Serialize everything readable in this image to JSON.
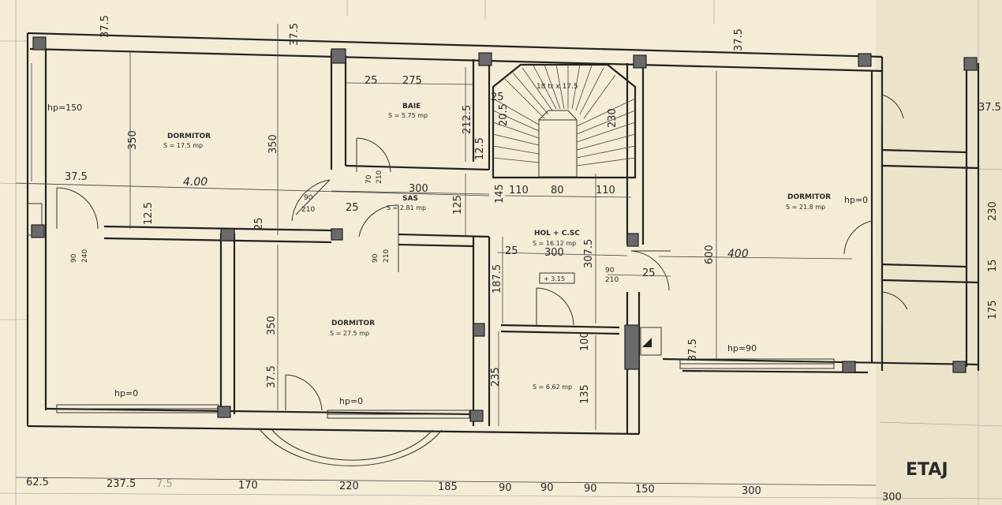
{
  "rooms": {
    "dormitor_nw": {
      "name": "DORMITOR",
      "area": "S = 17.5 mp"
    },
    "baie": {
      "name": "BAIE",
      "area": "S = 5.75 mp"
    },
    "sas": {
      "name": "SAS",
      "area": "S = 2.81 mp"
    },
    "dormitor_center": {
      "name": "DORMITOR",
      "area": "S = 27.5 mp"
    },
    "hol": {
      "name": "HOL + C.SC",
      "area": "S = 16.12 mp"
    },
    "small_room": {
      "area": "S = 6.62 mp"
    },
    "dormitor_e": {
      "name": "DORMITOR",
      "area": "S = 21.8 mp"
    }
  },
  "stairs": {
    "label": "18 tr x 17.5"
  },
  "level_mark": "+ 3.15",
  "hp_labels": {
    "nw": "hp=150",
    "s_left": "hp=0",
    "s_center": "hp=0",
    "e": "hp=0",
    "se": "hp=90"
  },
  "door_labels": {
    "d1a": "90",
    "d1b": "240",
    "d2a": "70",
    "d2b": "210",
    "d3a": "90",
    "d3b": "210",
    "d4a": "90",
    "d4b": "210",
    "d5a": "90",
    "d5b": "210"
  },
  "dims": {
    "top_37_5_a": "37.5",
    "top_37_5_b": "37.5",
    "top_37_5_c": "37.5",
    "right_37_5": "37.5",
    "baie_25": "25",
    "baie_275": "275",
    "baie_212_5": "212.5",
    "baie_12_5": "12.5",
    "st_25": "25",
    "st_20_5": "20.5",
    "st_230": "230",
    "v350_a": "350",
    "v350_b": "350",
    "v350_c": "350",
    "h37_5": "37.5",
    "h400": "4.00",
    "v12_5": "12.5",
    "v25_a": "25",
    "sas_300": "300",
    "sas_25": "25",
    "v125": "125",
    "v145": "145",
    "h110_a": "110",
    "h80": "80",
    "h110_b": "110",
    "hol_25": "25",
    "hol_300": "300",
    "v307_5": "307.5",
    "v187_5": "187.5",
    "d_25": "25",
    "v600": "600",
    "h400_b": "400",
    "v100": "100",
    "v235": "235",
    "v135": "135",
    "v37_5_a": "37.5",
    "v37_5_b": "37.5",
    "r230": "230",
    "r15": "15",
    "r175": "175",
    "b62_5": "62.5",
    "b237_5": "237.5",
    "b7_5": "7.5",
    "b170": "170",
    "b220": "220",
    "b185": "185",
    "b90_a": "90",
    "b90_b": "90",
    "b90_c": "90",
    "b150": "150",
    "b300_a": "300",
    "b300_b": "300"
  },
  "floor_label": "ETAJ"
}
